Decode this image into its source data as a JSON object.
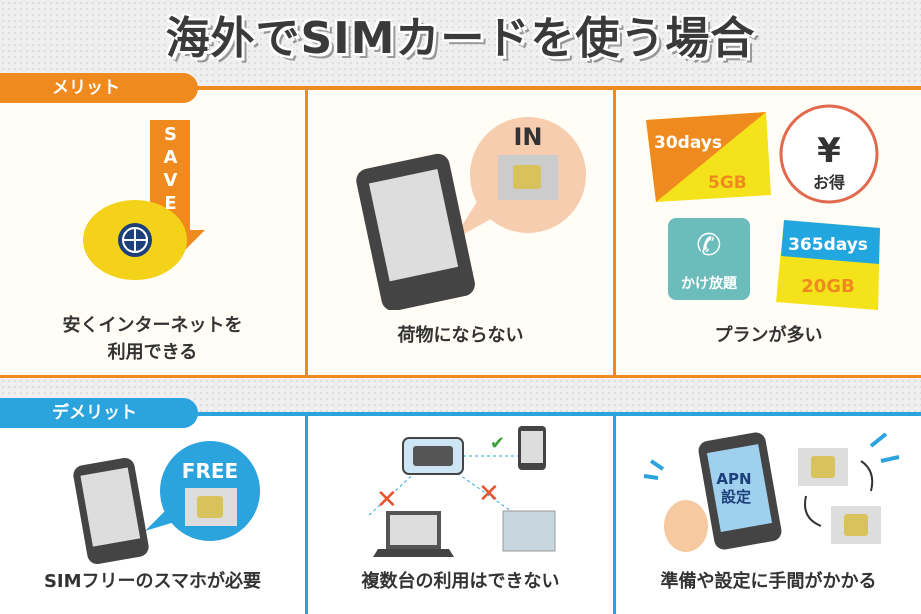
{
  "title": "海外でSIMカードを使う場合",
  "merit": {
    "label": "メリット",
    "items": [
      {
        "caption_l1": "安くインターネットを",
        "caption_l2": "利用できる",
        "badge": "SAVE"
      },
      {
        "caption": "荷物にならない",
        "badge": "IN"
      },
      {
        "caption": "プランが多い",
        "plan1_days": "30days",
        "plan1_data": "5GB",
        "yen": "¥",
        "yen_label": "お得",
        "call_label": "かけ放題",
        "plan2_days": "365days",
        "plan2_data": "20GB"
      }
    ]
  },
  "demerit": {
    "label": "デメリット",
    "items": [
      {
        "caption": "SIMフリーのスマホが必要",
        "badge": "FREE"
      },
      {
        "caption": "複数台の利用はできない"
      },
      {
        "caption": "準備や設定に手間がかかる",
        "phone_l1": "APN",
        "phone_l2": "設定"
      }
    ]
  },
  "colors": {
    "merit": "#ef8a1e",
    "demerit": "#2ba4dd"
  }
}
